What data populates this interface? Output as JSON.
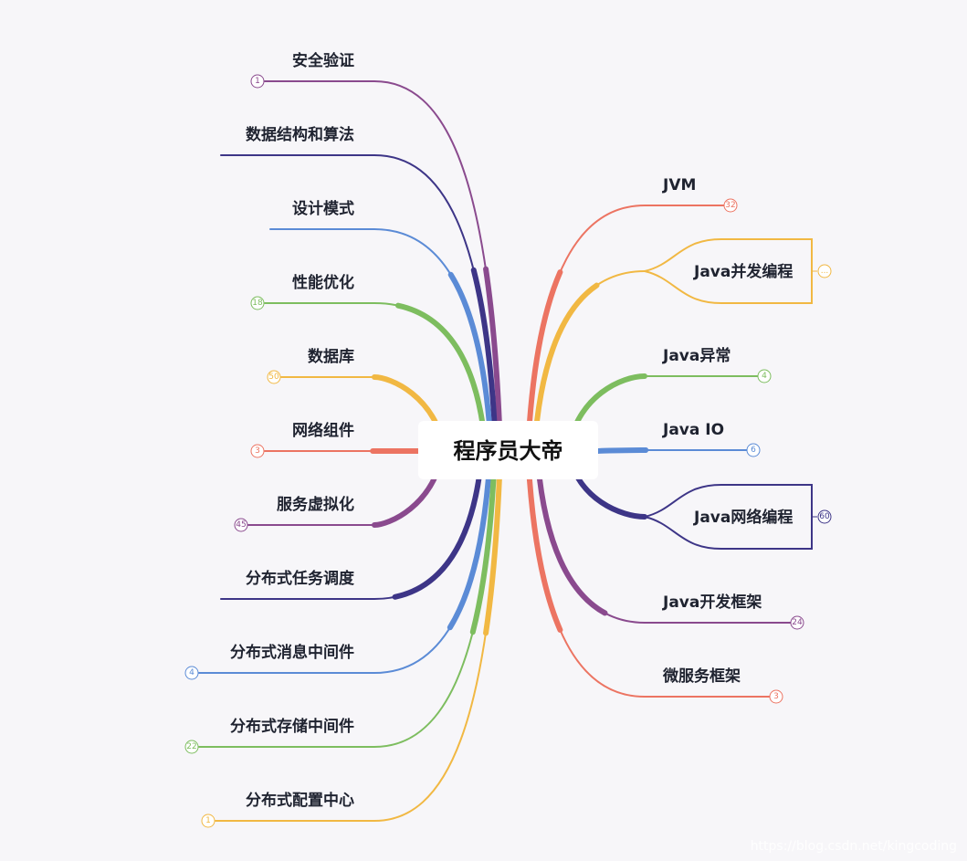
{
  "root": {
    "label": "程序员大帝"
  },
  "colors": {
    "background": "#f7f6f9",
    "purple": "#8a4a8e",
    "navy": "#3d3587",
    "blue": "#5b8bd6",
    "green": "#7dbd5f",
    "yellow": "#f1b843",
    "red": "#ec7462"
  },
  "left_branches": [
    {
      "label": "安全验证",
      "badge": "1",
      "color": "#8a4a8e"
    },
    {
      "label": "数据结构和算法",
      "badge": "",
      "color": "#3d3587"
    },
    {
      "label": "设计模式",
      "badge": "",
      "color": "#5b8bd6"
    },
    {
      "label": "性能优化",
      "badge": "18",
      "color": "#7dbd5f"
    },
    {
      "label": "数据库",
      "badge": "50",
      "color": "#f1b843"
    },
    {
      "label": "网络组件",
      "badge": "3",
      "color": "#ec7462"
    },
    {
      "label": "服务虚拟化",
      "badge": "45",
      "color": "#8a4a8e"
    },
    {
      "label": "分布式任务调度",
      "badge": "",
      "color": "#3d3587"
    },
    {
      "label": "分布式消息中间件",
      "badge": "4",
      "color": "#5b8bd6"
    },
    {
      "label": "分布式存储中间件",
      "badge": "22",
      "color": "#7dbd5f"
    },
    {
      "label": "分布式配置中心",
      "badge": "1",
      "color": "#f1b843"
    }
  ],
  "right_branches": [
    {
      "label": "JVM",
      "badge": "32",
      "color": "#ec7462"
    },
    {
      "label": "Java并发编程",
      "badge": "...",
      "color": "#f1b843",
      "boxed": true
    },
    {
      "label": "Java异常",
      "badge": "4",
      "color": "#7dbd5f"
    },
    {
      "label": "Java IO",
      "badge": "6",
      "color": "#5b8bd6"
    },
    {
      "label": "Java网络编程",
      "badge": "60",
      "color": "#3d3587",
      "boxed": true
    },
    {
      "label": "Java开发框架",
      "badge": "24",
      "color": "#8a4a8e"
    },
    {
      "label": "微服务框架",
      "badge": "3",
      "color": "#ec7462"
    }
  ],
  "watermark": "https://blog.csdn.net/kingcoding"
}
